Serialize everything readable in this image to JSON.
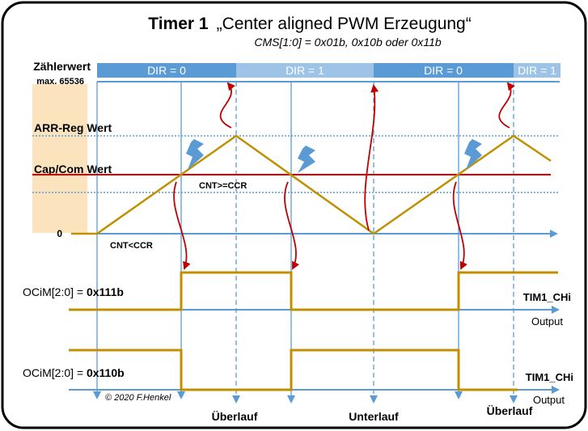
{
  "title": {
    "bold": "Timer 1",
    "rest": "„Center aligned PWM Erzeugung“"
  },
  "subtitle": "CMS[1:0] = 0x01b, 0x10b oder 0x11b",
  "dir_segments": [
    "DIR = 0",
    "DIR = 1",
    "DIR = 0",
    "DIR = 1"
  ],
  "labels": {
    "counter": "Zählerwert",
    "max": "max. 65536",
    "arr": "ARR-Reg Wert",
    "capcom": "Cap/Com Wert",
    "zero": "0",
    "cnt_lt": "CNT<CCR",
    "cnt_ge": "CNT>=CCR"
  },
  "outputs": [
    {
      "mode_prefix": "OCiM[2:0] = ",
      "mode_value": "0x111b",
      "channel": "TIM1_CHi",
      "output": "Output"
    },
    {
      "mode_prefix": "OCiM[2:0] = ",
      "mode_value": "0x110b",
      "channel": "TIM1_CHi",
      "output": "Output"
    }
  ],
  "events": [
    "Überlauf",
    "Unterlauf",
    "Überlauf"
  ],
  "copyright": "© 2020 F.Henkel",
  "colors": {
    "dir_dark": "#5b9bd5",
    "dir_light": "#9dc3e6",
    "signal": "#c09000",
    "capcom": "#e00000",
    "axis": "#5b9bd5",
    "arrow": "#c00000",
    "bolt": "#5b9bd5",
    "beige": "#fbe3bd"
  }
}
